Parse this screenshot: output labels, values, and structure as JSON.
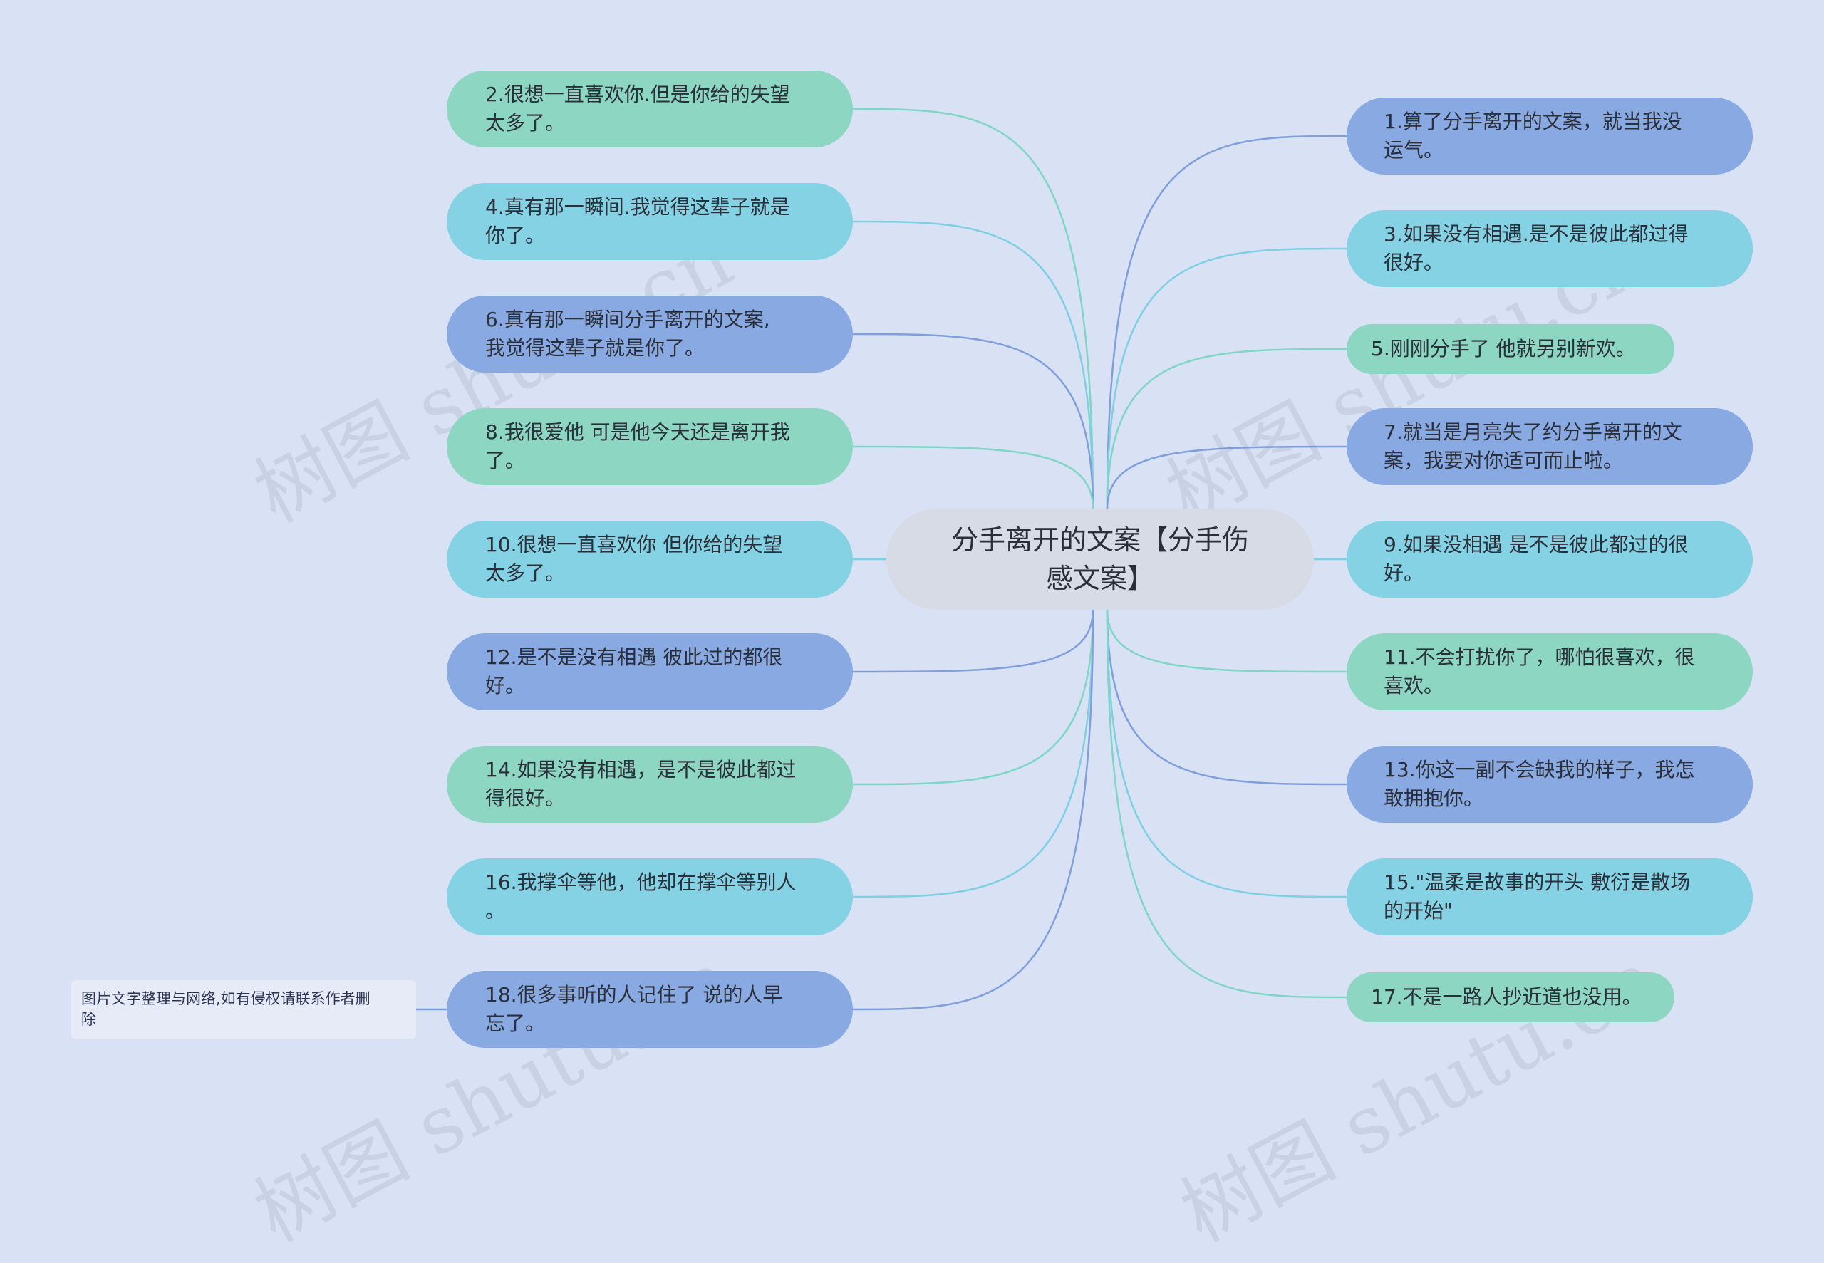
{
  "center": {
    "text": "分手离开的文案【分手伤\n感文案】"
  },
  "colors": {
    "green": "#8dd7c2",
    "cyan": "#84d2e3",
    "blue": "#88a9e2",
    "background": "#d9e1f4"
  },
  "left_nodes": [
    {
      "text": "2.很想一直喜欢你.但是你给的失望\n太多了。",
      "color": "green"
    },
    {
      "text": "4.真有那一瞬间.我觉得这辈子就是\n你了。",
      "color": "cyan"
    },
    {
      "text": "6.真有那一瞬间分手离开的文案,\n我觉得这辈子就是你了。",
      "color": "blue"
    },
    {
      "text": "8.我很爱他  可是他今天还是离开我\n了。",
      "color": "green"
    },
    {
      "text": "10.很想一直喜欢你  但你给的失望\n太多了。",
      "color": "cyan"
    },
    {
      "text": "12.是不是没有相遇  彼此过的都很\n好。",
      "color": "blue"
    },
    {
      "text": "14.如果没有相遇，是不是彼此都过\n得很好。",
      "color": "green"
    },
    {
      "text": "16.我撑伞等他，他却在撑伞等别人\n。",
      "color": "cyan"
    },
    {
      "text": "18.很多事听的人记住了  说的人早\n忘了。",
      "color": "blue"
    }
  ],
  "right_nodes": [
    {
      "text": "1.算了分手离开的文案，就当我没\n运气。",
      "color": "blue"
    },
    {
      "text": "3.如果没有相遇.是不是彼此都过得\n很好。",
      "color": "cyan"
    },
    {
      "text": "5.刚刚分手了  他就另别新欢。",
      "color": "green"
    },
    {
      "text": "7.就当是月亮失了约分手离开的文\n案，我要对你适可而止啦。",
      "color": "blue"
    },
    {
      "text": "9.如果没相遇  是不是彼此都过的很\n好。",
      "color": "cyan"
    },
    {
      "text": "11.不会打扰你了，哪怕很喜欢，很\n喜欢。",
      "color": "green"
    },
    {
      "text": "13.你这一副不会缺我的样子，我怎\n敢拥抱你。",
      "color": "blue"
    },
    {
      "text": "15.\"温柔是故事的开头  敷衍是散场\n的开始\"",
      "color": "cyan"
    },
    {
      "text": "17.不是一路人抄近道也没用。",
      "color": "green"
    }
  ],
  "note": {
    "text": "图片文字整理与网络,如有侵权请联系作者删\n除"
  },
  "watermark": {
    "text": "树图 shutu.cn"
  }
}
